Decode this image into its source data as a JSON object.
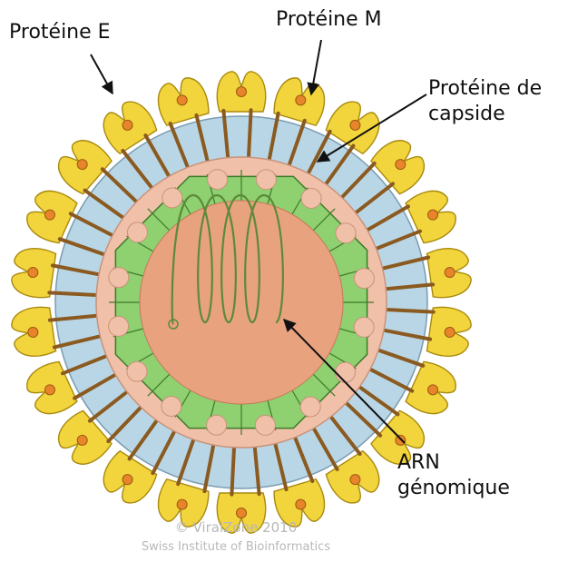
{
  "labels": {
    "protein_e": "Protéine E",
    "protein_m": "Protéine M",
    "capsid_line1": "Protéine de",
    "capsid_line2": "capside",
    "rna_line1": "ARN",
    "rna_line2": "génomique"
  },
  "credits": {
    "line1": "© ViralZone 2010",
    "line2": "Swiss Institute of Bioinformatics"
  },
  "colors": {
    "protein_e": "#f2d43c",
    "protein_m": "#e8842a",
    "envelope": "#b9d6e6",
    "stalk": "#8a5a20",
    "matrix": "#f0c0a8",
    "capsid": "#8fd070",
    "core": "#e9a27e",
    "rna": "#5c8a3a"
  }
}
